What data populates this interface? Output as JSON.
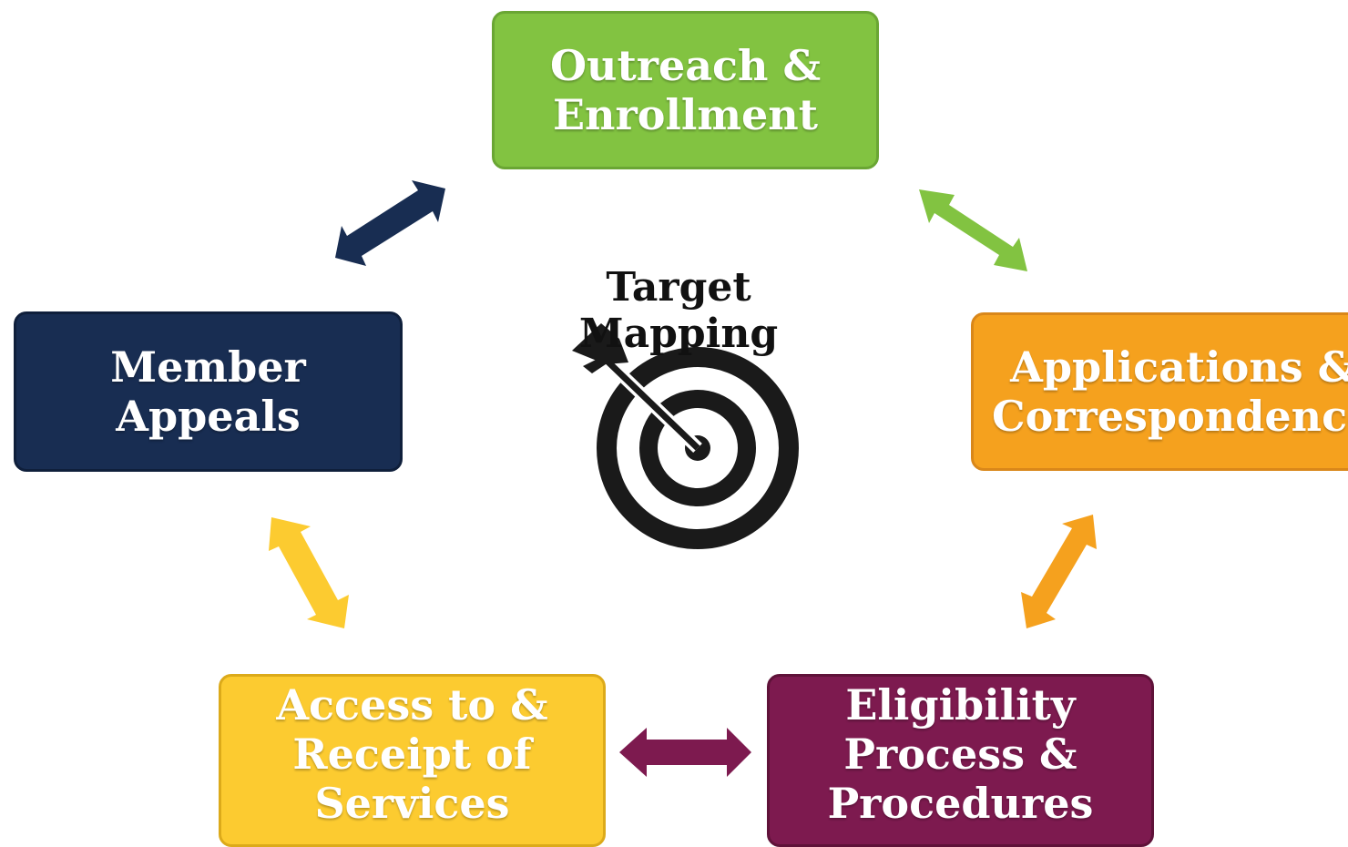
{
  "center": {
    "title": "Target Mapping",
    "icon": "target-icon"
  },
  "nodes": {
    "outreach": "Outreach &\nEnrollment",
    "applications": "Applications &\nCorrespondence",
    "eligibility": "Eligibility\nProcess &\nProcedures",
    "access": "Access to &\nReceipt of\nServices",
    "appeals": "Member\nAppeals"
  },
  "colors": {
    "outreach": "#82c341",
    "applications": "#f5a11e",
    "eligibility": "#7d1a4f",
    "access": "#fccb30",
    "appeals": "#182d52"
  }
}
